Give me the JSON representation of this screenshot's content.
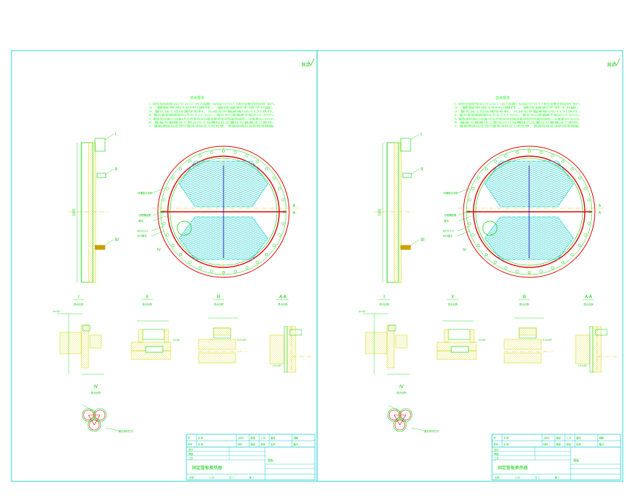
{
  "colors": {
    "frame": "#00c8c8",
    "line": "#00d000",
    "label": "#00cc00",
    "note": "#33ff33",
    "shell": "#e00000",
    "hatch": "#d4d400",
    "grid": "#00c8c8",
    "axis": "#e0c000",
    "tag": "#c8a000"
  },
  "sheets": [
    {
      "roughness_mark": "其余",
      "notes_title": "技术要求",
      "note_lines": [
        "1. 制作及验收按GB150-2011《压力容器》及NB/T47013《承压设备无损检测》执行。",
        "2. 管板采用16Mn锻件，锻件级别不低于II级。",
        "3. 管孔加工后应清除毛刺，孔径允许偏差按GB/T151执行。",
        "4. 管孔表面粗糙度Ra不大于12.5μm，管孔中心距偏差不超过±0.3mm。",
        "5. 管板密封面(凸台面)不允许有径向划痕及影响密封性能的缺陷，平面度≤0.5mm。",
        "6. 管板与管箱法兰配合尺寸及螺栓孔位置应与管箱法兰配作。",
        "7. 管板焊接后应进行整体消除应力热处理，表面除锈后涂防锈漆两遍。"
      ],
      "side_view": {
        "dim_total": "1000",
        "callouts": [
          "I",
          "II",
          "III"
        ]
      },
      "main_view": {
        "labels": [
          "16螺栓孔均布",
          "分程隔板槽",
          "管孔",
          "Φ25×2.5",
          "Φ25管孔"
        ],
        "section_tag": "A",
        "detail_tag": "IV"
      },
      "details": [
        {
          "title": "I",
          "scale": "放大比例"
        },
        {
          "title": "II",
          "scale": "放大比例"
        },
        {
          "title": "III",
          "scale": "放大比例"
        },
        {
          "title": "A-A",
          "scale": "放大比例"
        }
      ],
      "details_small_labels": {
        "dim_1": "4×45°",
        "dim_2": "3×45°",
        "dim_3": "5.5×45°",
        "dim_4": "1.5×45°"
      },
      "detail_iv": {
        "title": "IV",
        "scale": "放大比例",
        "label": "管孔排列方式"
      },
      "title_block": {
        "rows": [
          [
            "件",
            "名 称",
            "16Mn",
            "数量",
            "1:10",
            "图号",
            "规格"
          ],
          [
            "序号",
            "名 称",
            "材料",
            "数量",
            "重量",
            "比例",
            "备注"
          ]
        ],
        "sign_rows": [
          "设计",
          "审核",
          "工艺"
        ],
        "drawing_title": "固定管板换热器",
        "part_title": "管板",
        "foot": [
          "比例",
          "1:10",
          "共 1",
          "第 1"
        ]
      }
    },
    {
      "roughness_mark": "其余",
      "notes_title": "技术要求",
      "note_lines": [
        "1. 制作及验收按GB150-2011《压力容器》及NB/T47013《承压设备无损检测》执行。",
        "2. 管板采用16Mn锻件，锻件级别不低于II级。",
        "3. 管孔加工后应清除毛刺，孔径允许偏差按GB/T151执行。",
        "4. 管孔表面粗糙度Ra不大于12.5μm，管孔中心距偏差不超过±0.3mm。",
        "5. 管板密封面(凸台面)不允许有径向划痕及影响密封性能的缺陷，平面度≤0.5mm。",
        "6. 管板与管箱法兰配合尺寸及螺栓孔位置应与管箱法兰配作。",
        "7. 管板焊接后应进行整体消除应力热处理，表面除锈后涂防锈漆两遍。"
      ],
      "side_view": {
        "dim_total": "1000",
        "callouts": [
          "I",
          "II",
          "III"
        ]
      },
      "main_view": {
        "labels": [
          "16螺栓孔均布",
          "分程隔板槽",
          "管孔",
          "Φ25×2.5",
          "Φ25管孔"
        ],
        "section_tag": "A",
        "detail_tag": "IV"
      },
      "details": [
        {
          "title": "I",
          "scale": "放大比例"
        },
        {
          "title": "II",
          "scale": "放大比例"
        },
        {
          "title": "III",
          "scale": "放大比例"
        },
        {
          "title": "A-A",
          "scale": "放大比例"
        }
      ],
      "details_small_labels": {
        "dim_1": "4×45°",
        "dim_2": "3×45°",
        "dim_3": "5.5×45°",
        "dim_4": "1.5×45°"
      },
      "detail_iv": {
        "title": "IV",
        "scale": "放大比例",
        "label": "管孔排列方式"
      },
      "title_block": {
        "rows": [
          [
            "件",
            "名 称",
            "16Mn",
            "数量",
            "1:10",
            "图号",
            "规格"
          ],
          [
            "序号",
            "名 称",
            "材料",
            "数量",
            "重量",
            "比例",
            "备注"
          ]
        ],
        "sign_rows": [
          "设计",
          "审核",
          "工艺"
        ],
        "drawing_title": "固定管板换热器",
        "part_title": "管板",
        "foot": [
          "比例",
          "1:10",
          "共 1",
          "第 1"
        ]
      }
    }
  ]
}
